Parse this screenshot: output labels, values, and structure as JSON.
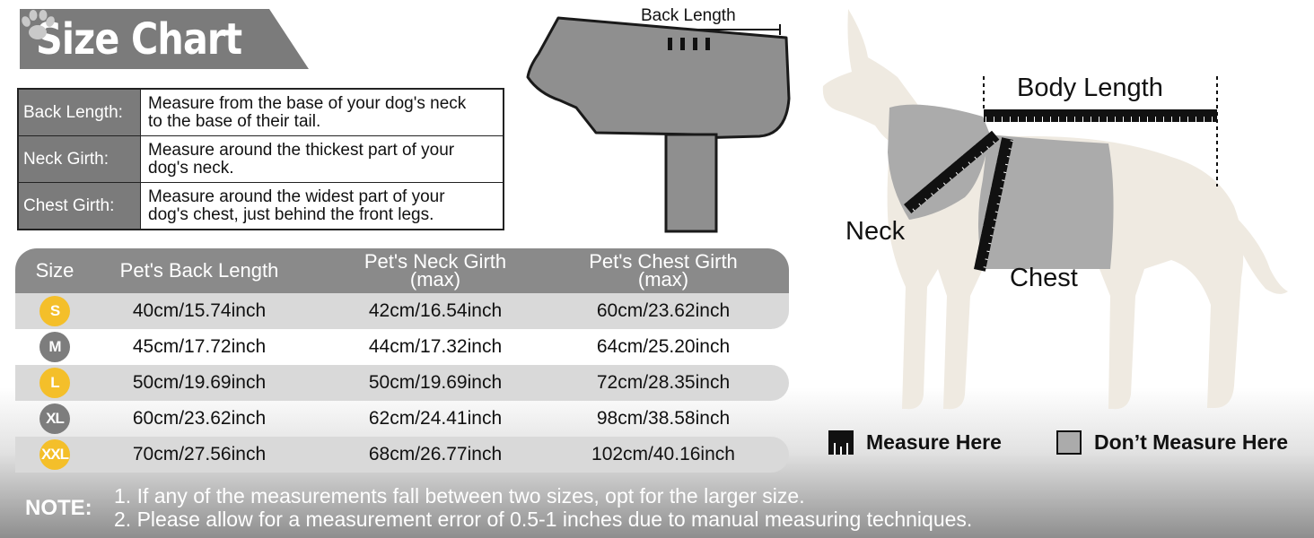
{
  "title": "Size Chart",
  "definitions": [
    {
      "term": "Back Length:",
      "desc": "Measure from the base of your dog's neck\nto the base of their tail."
    },
    {
      "term": "Neck Girth:",
      "desc": "Measure around the thickest part of your\ndog's neck."
    },
    {
      "term": "Chest Girth:",
      "desc": "Measure around the widest part of your\ndog's chest, just behind the front legs."
    }
  ],
  "coat_label": "Back Length",
  "size_table": {
    "headers": {
      "size": "Size",
      "back": "Pet's Back Length",
      "neck_1": "Pet's Neck Girth",
      "neck_2": "(max)",
      "chest_1": "Pet's Chest Girth",
      "chest_2": "(max)"
    },
    "rows": [
      {
        "size": "S",
        "back": "40cm/15.74inch",
        "neck": "42cm/16.54inch",
        "chest": "60cm/23.62inch"
      },
      {
        "size": "M",
        "back": "45cm/17.72inch",
        "neck": "44cm/17.32inch",
        "chest": "64cm/25.20inch"
      },
      {
        "size": "L",
        "back": "50cm/19.69inch",
        "neck": "50cm/19.69inch",
        "chest": "72cm/28.35inch"
      },
      {
        "size": "XL",
        "back": "60cm/23.62inch",
        "neck": "62cm/24.41inch",
        "chest": "98cm/38.58inch"
      },
      {
        "size": "XXL",
        "back": "70cm/27.56inch",
        "neck": "68cm/26.77inch",
        "chest": "102cm/40.16inch"
      }
    ]
  },
  "diagram": {
    "body_length": "Body Length",
    "neck": "Neck",
    "chest": "Chest"
  },
  "legend": {
    "measure": "Measure Here",
    "dont_measure": "Don’t Measure Here"
  },
  "note_label": "NOTE:",
  "notes": [
    "1. If any of the measurements fall between two sizes, opt for the larger size.",
    "2. Please allow for a measurement error of 0.5-1 inches due to manual measuring techniques."
  ],
  "colors": {
    "banner": "#7b7b7b",
    "badge_yellow": "#f4bf2a",
    "badge_gray": "#7d7d7d",
    "coat_gray": "#8f8f8f",
    "dog_body": "#efeae1",
    "dog_shaded": "#ababab"
  }
}
